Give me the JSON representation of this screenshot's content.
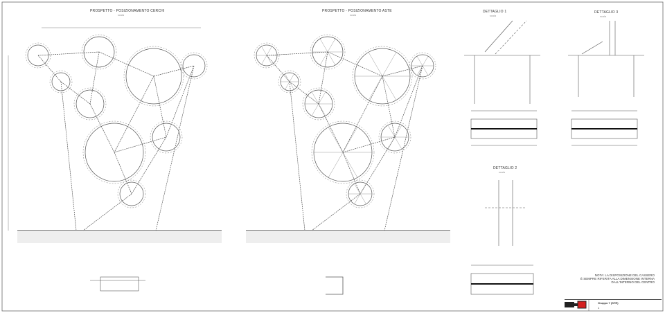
{
  "views": {
    "left": {
      "title": "PROSPETTO - POSIZIONAMENTO CERCHI",
      "scale": "scala"
    },
    "center": {
      "title": "PROSPETTO - POSIZIONAMENTO ASTE",
      "scale": "scala"
    },
    "detail1": {
      "title": "DETTAGLIO 1",
      "scale": "scala"
    },
    "detail3": {
      "title": "DETTAGLIO 3",
      "scale": "scala"
    },
    "detail2": {
      "title": "DETTAGLIO 2",
      "scale": "scala"
    }
  },
  "note": {
    "line1": "NOTA: LA DISPOSIZIONE DEL CASSERO",
    "line2": "È SEMPRE RIFERITA ALLA DIMENSIONE INTERNA",
    "line3": "DALL'INTERNO DEL CENTRO"
  },
  "title_block": {
    "project": "Gruppo 7 (STR)",
    "sheet": "1"
  },
  "colors": {
    "line": "#444444",
    "logo_dark": "#222222",
    "logo_red": "#d42020"
  }
}
